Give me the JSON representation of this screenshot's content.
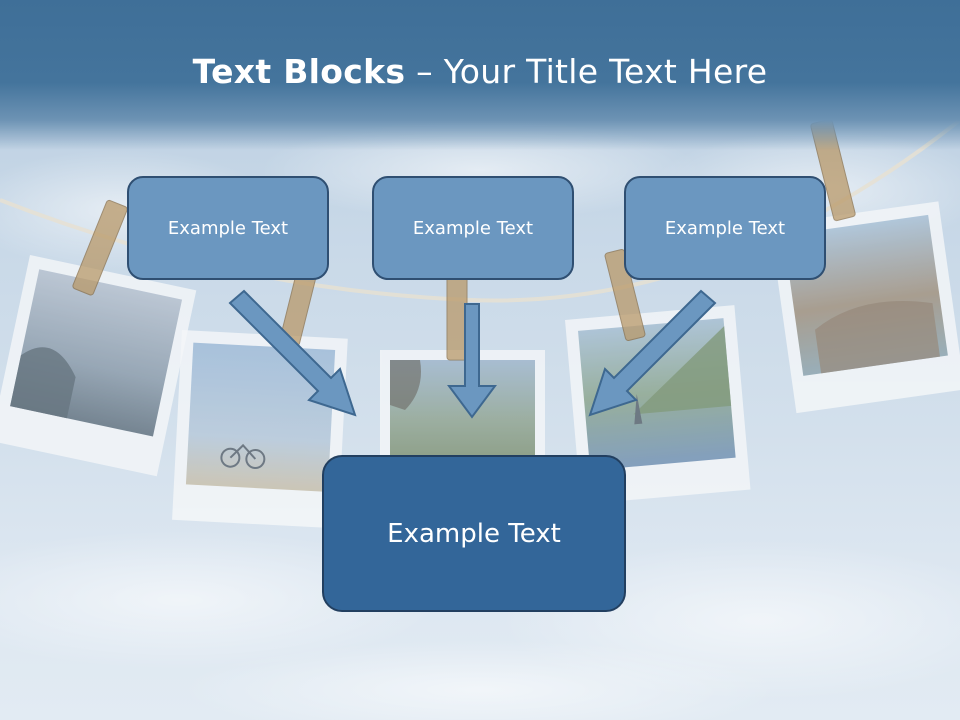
{
  "slide": {
    "title_bold": "Text Blocks",
    "title_dash": " – ",
    "title_rest": "Your Title Text Here",
    "blocks": [
      {
        "label": "Example Text"
      },
      {
        "label": "Example Text"
      },
      {
        "label": "Example Text"
      }
    ],
    "main_block": {
      "label": "Example Text"
    }
  },
  "colors": {
    "header": "#44749c",
    "block_fill": "#6b97c0",
    "main_block_fill": "#336699",
    "arrow_fill": "#6b97c0"
  },
  "background": {
    "description_icon": "polaroid-photos-on-clothesline-image"
  }
}
